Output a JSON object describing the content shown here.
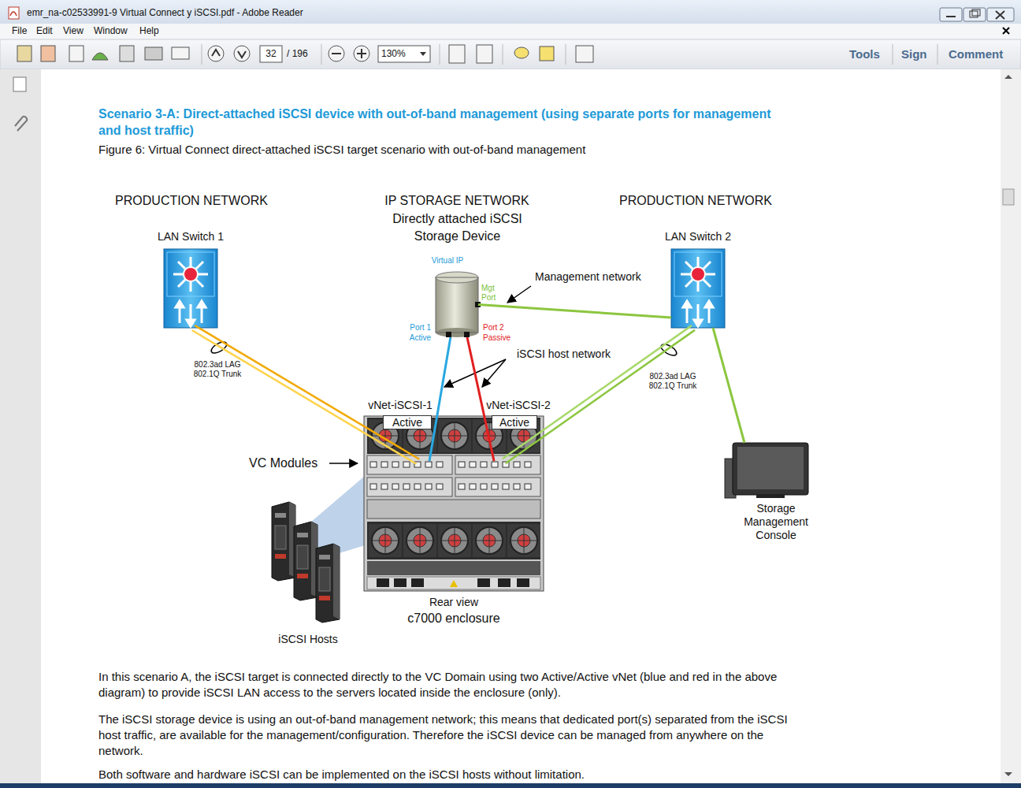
{
  "diagram": {
    "title": "Scenario 3-A: Direct-attached iSCSI device with out-of-band management (using separate ports for management and host traffic)",
    "caption": "Figure 6: Virtual Connect direct-attached iSCSI target scenario with out-of-band management",
    "nodes": [
      {
        "text": [
          "LAN Switch 1"
        ]
      },
      {
        "text": [
          "IP STORAGE NETWORK",
          "Directly attached iSCSI Storage Device",
          "Virtual IP",
          "Mgt Port",
          "Port 1 Active",
          "Port 2 Passive"
        ]
      },
      {
        "text": [
          "LAN Switch 2"
        ]
      },
      {
        "text": [
          "vNet-iSCSI-1",
          "Active",
          "vNet-iSCSI-2",
          "Active",
          "Rear view",
          "c7000 enclosure"
        ]
      },
      {
        "text": [
          "iSCSI Hosts"
        ]
      },
      {
        "text": [
          "Storage Management Console"
        ]
      }
    ],
    "edges": [
      {
        "from": 0,
        "to": 3,
        "arrow": "none",
        "label": "802.3ad LAG 802.1Q Trunk"
      },
      {
        "from": 1,
        "to": 3,
        "arrow": "none"
      },
      {
        "from": 1,
        "to": 3,
        "arrow": "none"
      },
      {
        "from": 2,
        "to": 3,
        "arrow": "none",
        "label": "802.3ad LAG 802.1Q Trunk"
      },
      {
        "from": 1,
        "to": 2,
        "arrow": "none"
      },
      {
        "from": 2,
        "to": 5,
        "arrow": "none"
      }
    ],
    "labels": [
      "emr_na-c02533991-9 Virtual Connect y iSCSI.pdf - Adobe Reader",
      "File",
      "Edit",
      "View",
      "Window",
      "Help",
      "32",
      "/ 196",
      "130%",
      "Tools",
      "Sign",
      "Comment",
      "PRODUCTION NETWORK",
      "PRODUCTION NETWORK",
      "Management network",
      "iSCSI host network",
      "VC Modules",
      "In this scenario A, the iSCSI target is connected directly to the VC Domain using two Active/Active vNet (blue and red in the above diagram) to provide iSCSI LAN access to the servers located inside the enclosure (only).",
      "The iSCSI storage device is using an out-of-band management network; this means that dedicated port(s) separated from the iSCSI host traffic, are available for the management/configuration. Therefore the iSCSI device can be managed from anywhere on the network.",
      "Both software and hardware iSCSI can be implemented on the iSCSI hosts without limitation."
    ]
  }
}
